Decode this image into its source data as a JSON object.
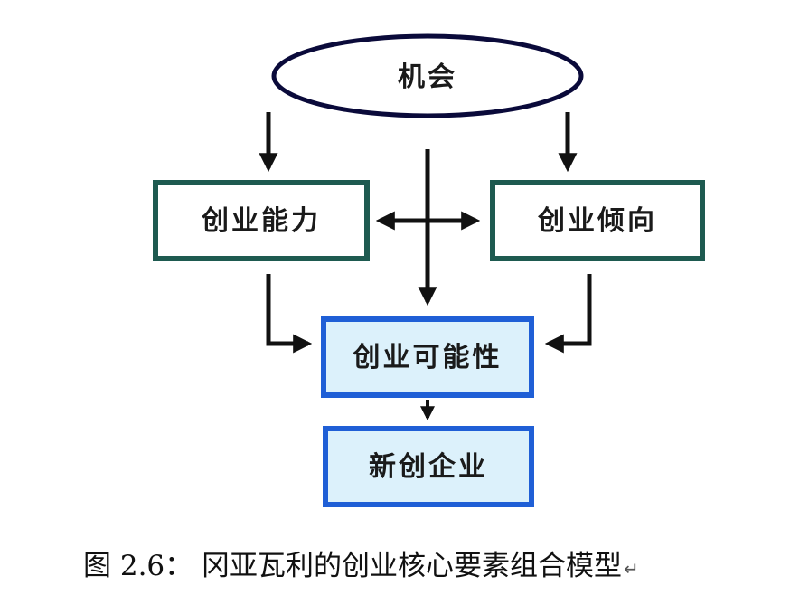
{
  "nodes": {
    "opportunity": "机会",
    "capability": "创业能力",
    "tendency": "创业倾向",
    "possibility": "创业可能性",
    "new_venture": "新创企业"
  },
  "caption": {
    "text": "图 2.6： 冈亚瓦利的创业核心要素组合模型",
    "return_mark": "↵"
  },
  "colors": {
    "ellipse_stroke": "#0a0a3a",
    "green_border": "#1e5a50",
    "green_fill": "#ffffff",
    "blue_border": "#1f5fd6",
    "blue_fill": "#dcf1fb",
    "arrow": "#111111"
  }
}
